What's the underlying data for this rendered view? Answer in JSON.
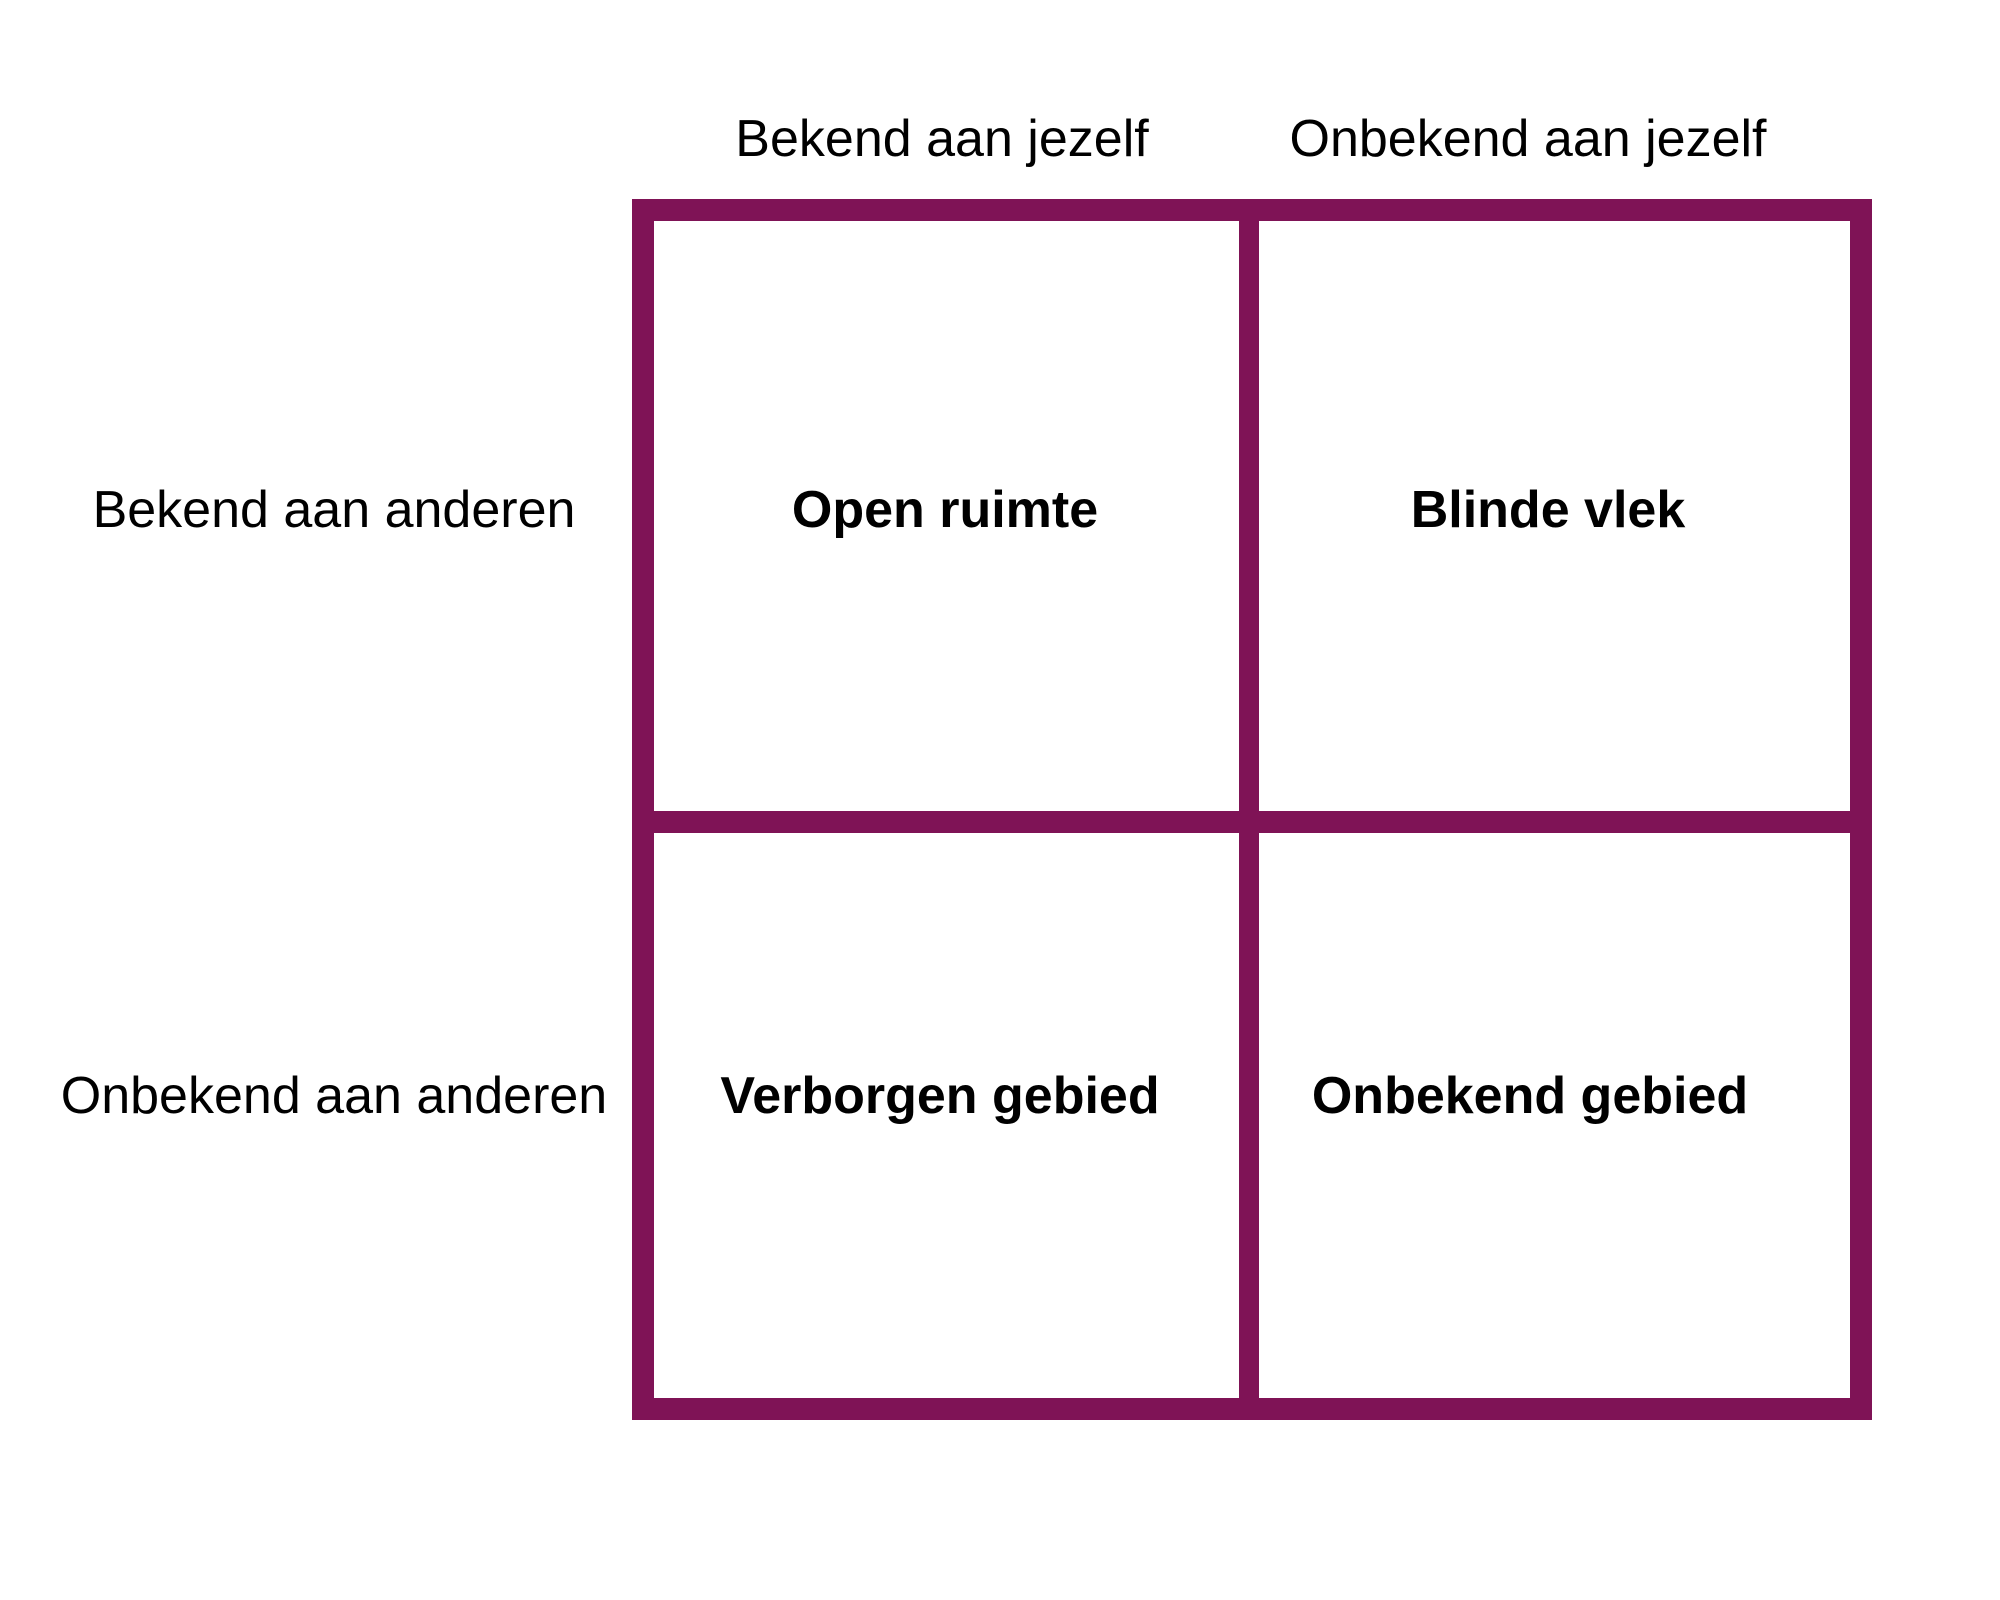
{
  "diagram": {
    "line_color": "#7f1356",
    "columns": [
      {
        "label": "Bekend aan jezelf"
      },
      {
        "label": "Onbekend aan jezelf"
      }
    ],
    "rows": [
      {
        "label": "Bekend aan anderen"
      },
      {
        "label": "Onbekend aan anderen"
      }
    ],
    "quadrants": [
      {
        "label": "Open ruimte"
      },
      {
        "label": "Blinde vlek"
      },
      {
        "label": "Verborgen gebied"
      },
      {
        "label": "Onbekend gebied"
      }
    ]
  }
}
